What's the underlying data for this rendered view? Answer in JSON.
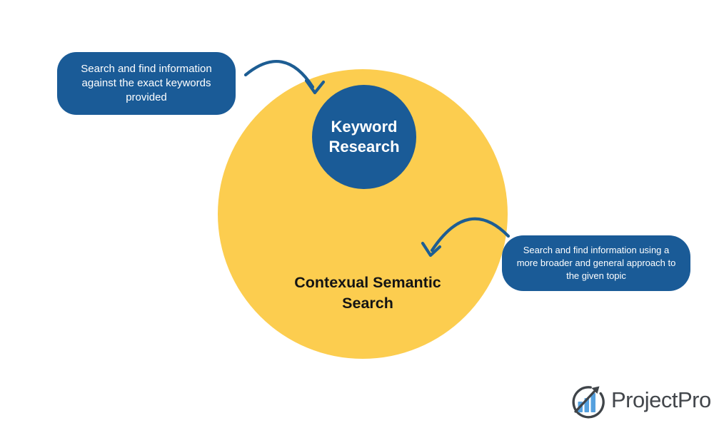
{
  "diagram": {
    "title_implicit": "Keyword Research vs Contextual Semantic Search",
    "outer_circle": {
      "label": "Contexual Semantic Search",
      "color": "#fccd4f",
      "text_color": "#141414"
    },
    "inner_circle": {
      "label": "Keyword Research",
      "color": "#1a5b97",
      "text_color": "#ffffff"
    },
    "callouts": [
      {
        "side": "left",
        "text": "Search and find information against the exact keywords provided",
        "points_to": "Keyword Research"
      },
      {
        "side": "right",
        "text": "Search and find information  using a more broader and general approach to the given topic",
        "points_to": "Contexual Semantic Search"
      }
    ],
    "arrow_color": "#1d5d93"
  },
  "branding": {
    "logo_text": "ProjectPro",
    "logo_icon": "bar-chart-growth-arrow-icon",
    "logo_gray": "#3f4449",
    "logo_blue": "#55a0de"
  },
  "colors": {
    "background": "#ffffff",
    "primary_blue": "#1a5b97",
    "accent_yellow": "#fccd4f"
  }
}
